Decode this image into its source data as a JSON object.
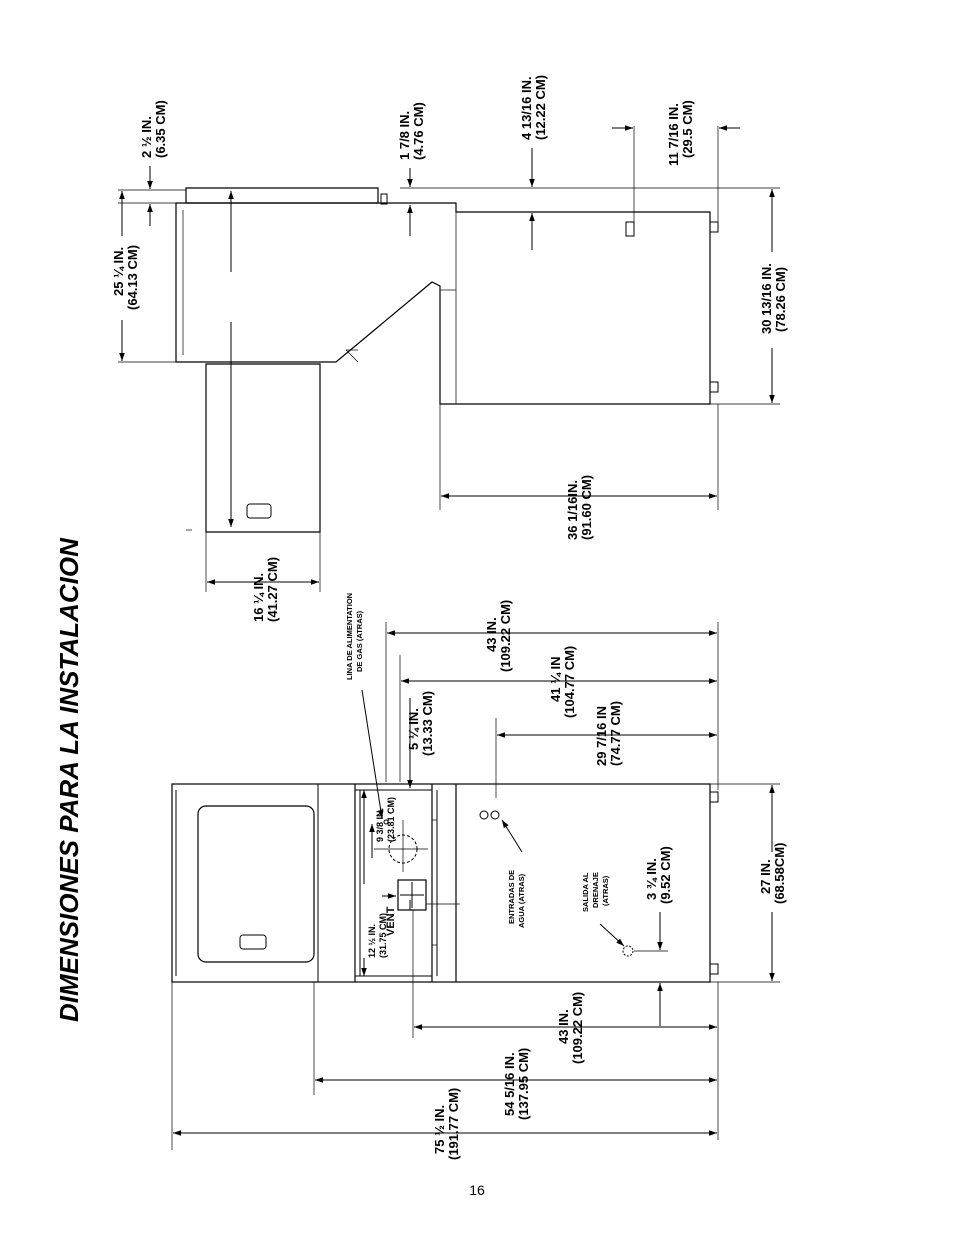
{
  "page": {
    "title": "DIMENSIONES PARA LA INSTALACION",
    "page_number": "16"
  },
  "side_view": {
    "d_2_5": [
      "2 ½ IN.",
      "(6.35 CM)"
    ],
    "d_1_7_8": [
      "1 7/8 IN.",
      "(4.76 CM)"
    ],
    "d_4_13_16": [
      "4 13/16 IN.",
      "(12.22 CM)"
    ],
    "d_11_7_16": [
      "11 7/16 IN.",
      "(29.5 CM)"
    ],
    "d_25_25": [
      "25 ¼ IN.",
      "(64.13 CM)"
    ],
    "d_30_13_16": [
      "30 13/16 IN.",
      "(78.26 CM)"
    ],
    "d_36_1_16": [
      "36 1/16IN.",
      "(91.60 CM)"
    ],
    "d_16_25": [
      "16 ¼ IN.",
      "(41.27 CM)"
    ]
  },
  "front_view": {
    "gas_line": [
      "LINA DE ALIMENTATION",
      "DE GAS (ATRAS)"
    ],
    "d_43_top": [
      "43 IN.",
      "(109.22 CM)"
    ],
    "d_41_25": [
      "41 ¼ IN",
      "(104.77 CM)"
    ],
    "d_5_25": [
      "5 ¼ IN.",
      "(13.33 CM)"
    ],
    "d_29_7_16": [
      "29 7/16 IN",
      "(74.77 CM)"
    ],
    "d_9_3_8": [
      "9 3/8 IN.",
      "(23.81 CM)"
    ],
    "d_12_5": [
      "12 ½ IN.",
      "(31.75 CM)"
    ],
    "vent": "VENT",
    "water_inlets": [
      "ENTRADAS DE",
      "AGUA (ATRAS)"
    ],
    "drain_outlet": [
      "SALIDA AL",
      "DRENAJE",
      "(ATRAS)"
    ],
    "d_3_75": [
      "3 ¾ IN.",
      "(9.52 CM)"
    ],
    "d_27": [
      "27 IN.",
      "(68.58CM)"
    ],
    "d_43_bottom": [
      "43 IN.",
      "(109.22 CM)"
    ],
    "d_54_5_16": [
      "54 5/16 IN.",
      "(137.95 CM)"
    ],
    "d_75_5": [
      "75 ½ IN.",
      "(191.77 CM)"
    ]
  }
}
